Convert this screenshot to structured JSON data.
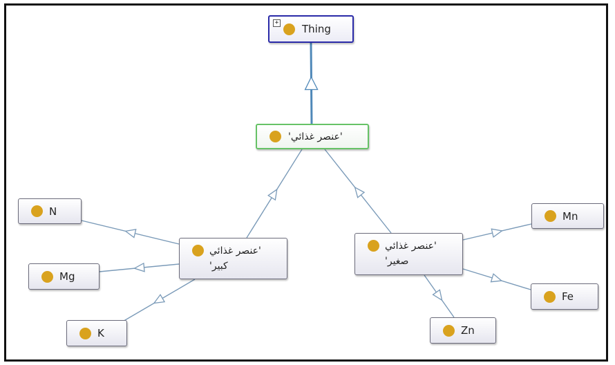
{
  "nodes": {
    "thing": {
      "label": "Thing",
      "expander": "+"
    },
    "nutrient": {
      "label": "'عنصر غذائي'"
    },
    "macro": {
      "line1": "'عنصر غذائي",
      "line2": "كبير'"
    },
    "micro": {
      "line1": "'عنصر غذائي",
      "line2": "صغير'"
    },
    "n": {
      "label": "N"
    },
    "mg": {
      "label": "Mg"
    },
    "k": {
      "label": "K"
    },
    "mn": {
      "label": "Mn"
    },
    "fe": {
      "label": "Fe"
    },
    "zn": {
      "label": "Zn"
    }
  },
  "edges": [
    {
      "from": "nutrient",
      "to": "thing"
    },
    {
      "from": "macro",
      "to": "nutrient"
    },
    {
      "from": "micro",
      "to": "nutrient"
    },
    {
      "from": "n",
      "to": "macro"
    },
    {
      "from": "mg",
      "to": "macro"
    },
    {
      "from": "k",
      "to": "macro"
    },
    {
      "from": "mn",
      "to": "micro"
    },
    {
      "from": "fe",
      "to": "micro"
    },
    {
      "from": "zn",
      "to": "micro"
    }
  ],
  "colors": {
    "class_dot": "#d9a21e",
    "edge": "#7a9ab8",
    "root_edge": "#4f88b8",
    "root_border": "#2a2aa8",
    "selected_border": "#66c266"
  },
  "icons": {
    "class_dot": "class-circle-icon",
    "expander": "expand-plus-icon"
  }
}
